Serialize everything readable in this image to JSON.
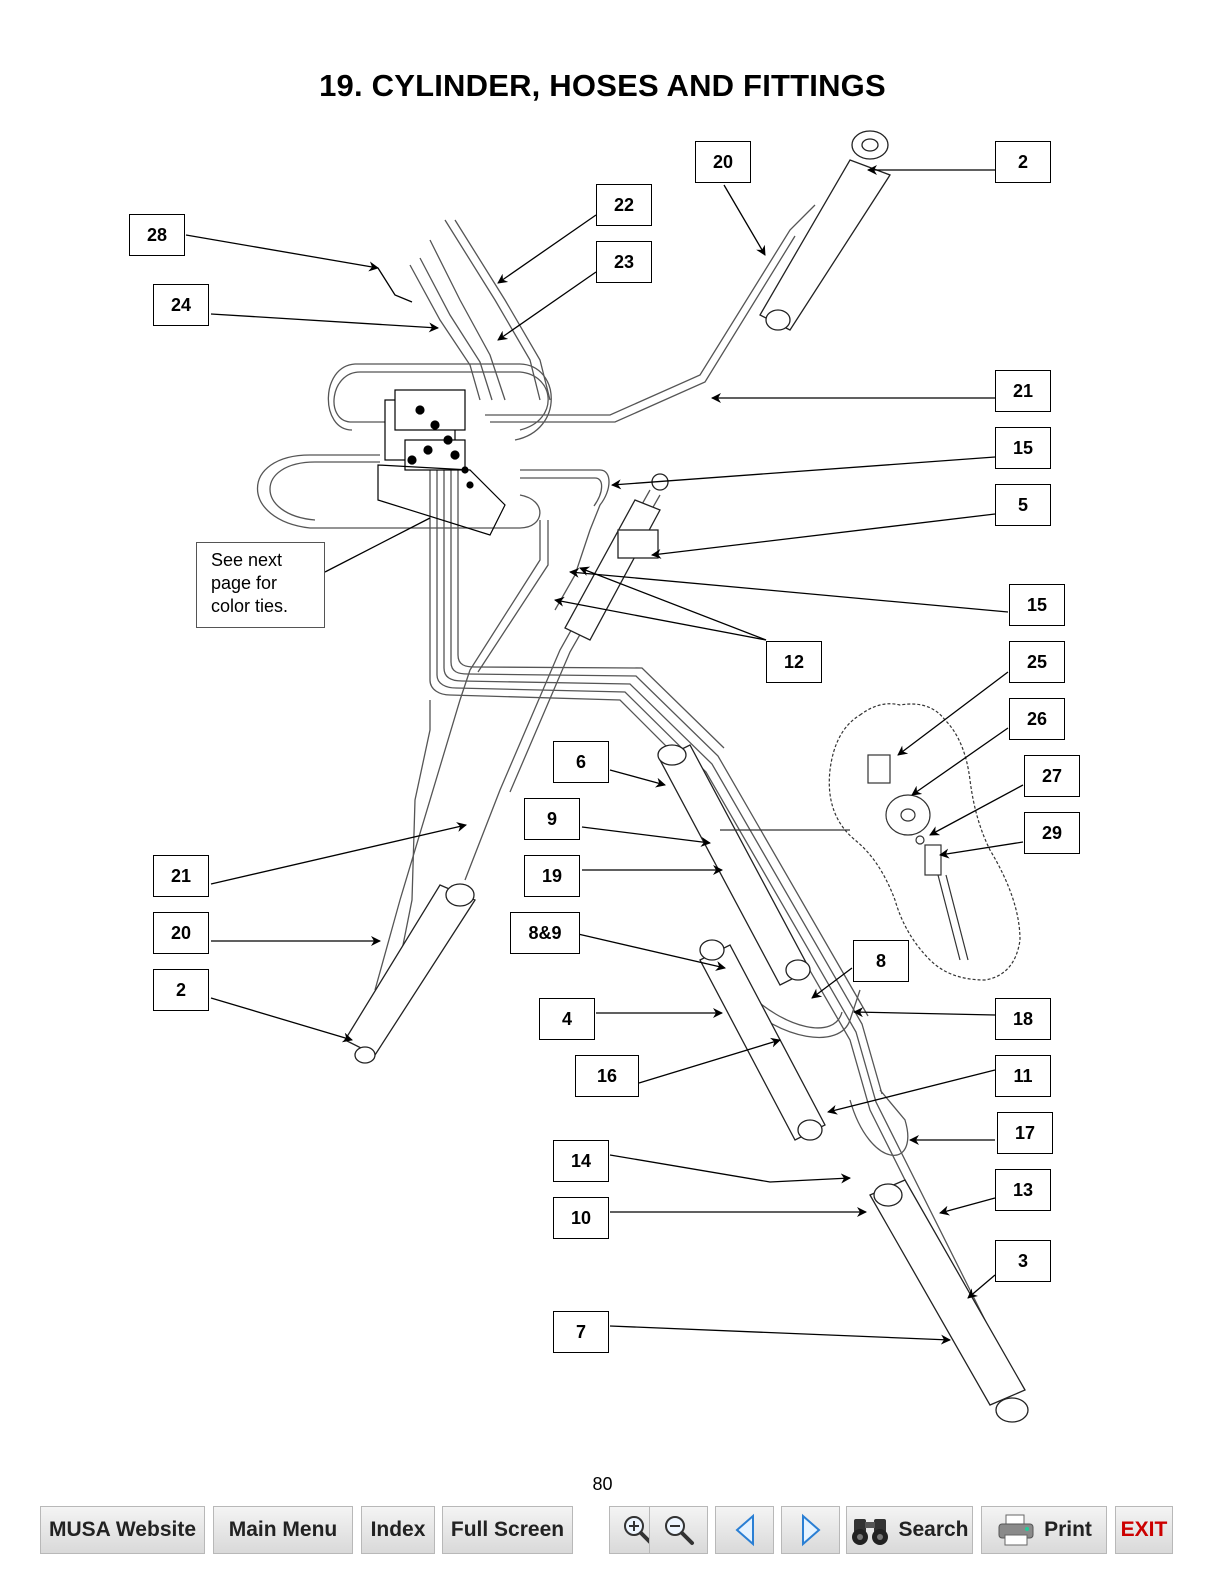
{
  "page": {
    "title": "19. CYLINDER, HOSES AND FITTINGS",
    "page_number": "80"
  },
  "note": {
    "lines": [
      "See next",
      "page for",
      "color ties."
    ]
  },
  "callouts": {
    "c20_top": "20",
    "c2_top": "2",
    "c28": "28",
    "c22": "22",
    "c23": "23",
    "c24": "24",
    "c21_top": "21",
    "c15_top": "15",
    "c5": "5",
    "c15_mid": "15",
    "c12": "12",
    "c25": "25",
    "c26": "26",
    "c27": "27",
    "c29": "29",
    "c6": "6",
    "c9": "9",
    "c19": "19",
    "c8and9": "8&9",
    "c8": "8",
    "c21_left": "21",
    "c20_left": "20",
    "c2_left": "2",
    "c4": "4",
    "c18": "18",
    "c16": "16",
    "c11": "11",
    "c17": "17",
    "c14": "14",
    "c13": "13",
    "c10": "10",
    "c3": "3",
    "c7": "7"
  },
  "toolbar": {
    "musa_website": "MUSA Website",
    "main_menu": "Main Menu",
    "index": "Index",
    "full_screen": "Full Screen",
    "zoom_in_icon": "zoom-in-icon",
    "zoom_out_icon": "zoom-out-icon",
    "prev_icon": "previous-page-icon",
    "next_icon": "next-page-icon",
    "search": "Search",
    "print": "Print",
    "exit": "EXIT"
  }
}
